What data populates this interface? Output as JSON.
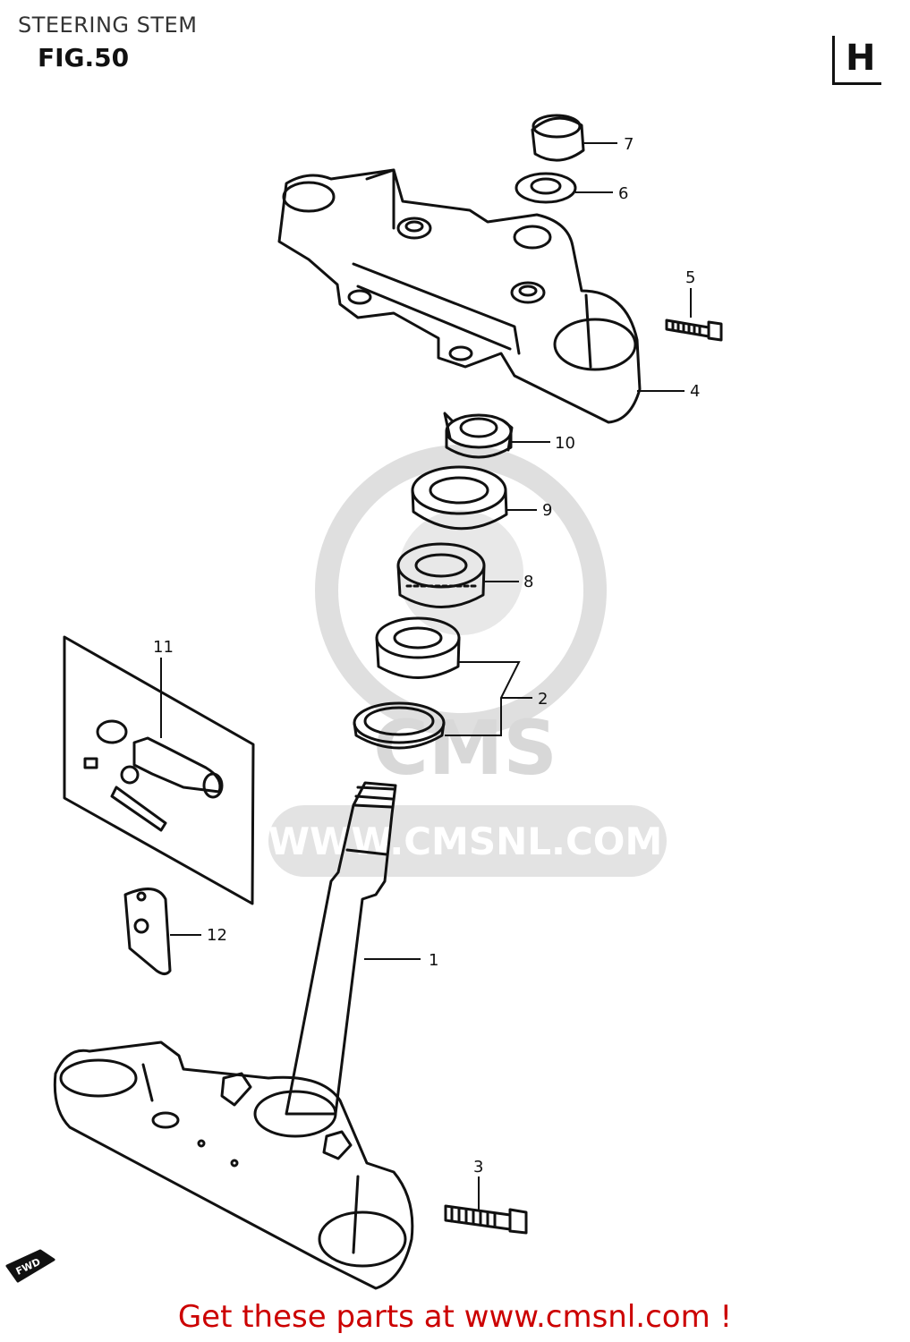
{
  "header": {
    "title": "STEERING STEM",
    "figure": "FIG.50",
    "section_letter": "H"
  },
  "watermark": {
    "brand": "CMS",
    "url": "WWW.CMSNL.COM"
  },
  "direction_tag": "FWD",
  "callouts": [
    {
      "number": "1"
    },
    {
      "number": "2"
    },
    {
      "number": "3"
    },
    {
      "number": "4"
    },
    {
      "number": "5"
    },
    {
      "number": "6"
    },
    {
      "number": "7"
    },
    {
      "number": "8"
    },
    {
      "number": "9"
    },
    {
      "number": "10"
    },
    {
      "number": "11"
    },
    {
      "number": "12"
    }
  ],
  "footer": {
    "link_text": "Get these parts at www.cmsnl.com !"
  },
  "colors": {
    "line": "#111111",
    "watermark": "#d9d9d9",
    "footer": "#cc0000"
  }
}
